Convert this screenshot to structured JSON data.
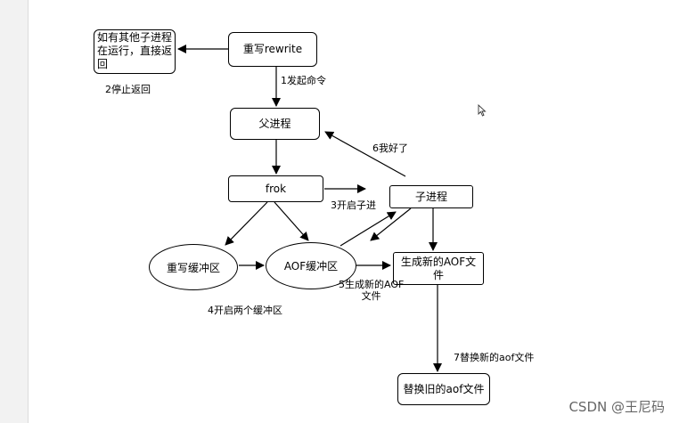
{
  "nodes": {
    "rewrite": "重写rewrite",
    "stop_box": "如有其他子进程在运行，直接返回",
    "parent": "父进程",
    "fork": "frok",
    "child": "子进程",
    "rewrite_buffer": "重写缓冲区",
    "aof_buffer": "AOF缓冲区",
    "new_aof": "生成新的AOF文件",
    "replace_old": "替换旧的aof文件"
  },
  "labels": {
    "step1": "1发起命令",
    "step2": "2停止返回",
    "step3": "3开启子进",
    "step4": "4开启两个缓冲区",
    "step5_line1": "5生成新的AOF",
    "step5_line2": "文件",
    "step6": "6我好了",
    "step7": "7替换新的aof文件"
  },
  "watermark": "CSDN @王尼码"
}
